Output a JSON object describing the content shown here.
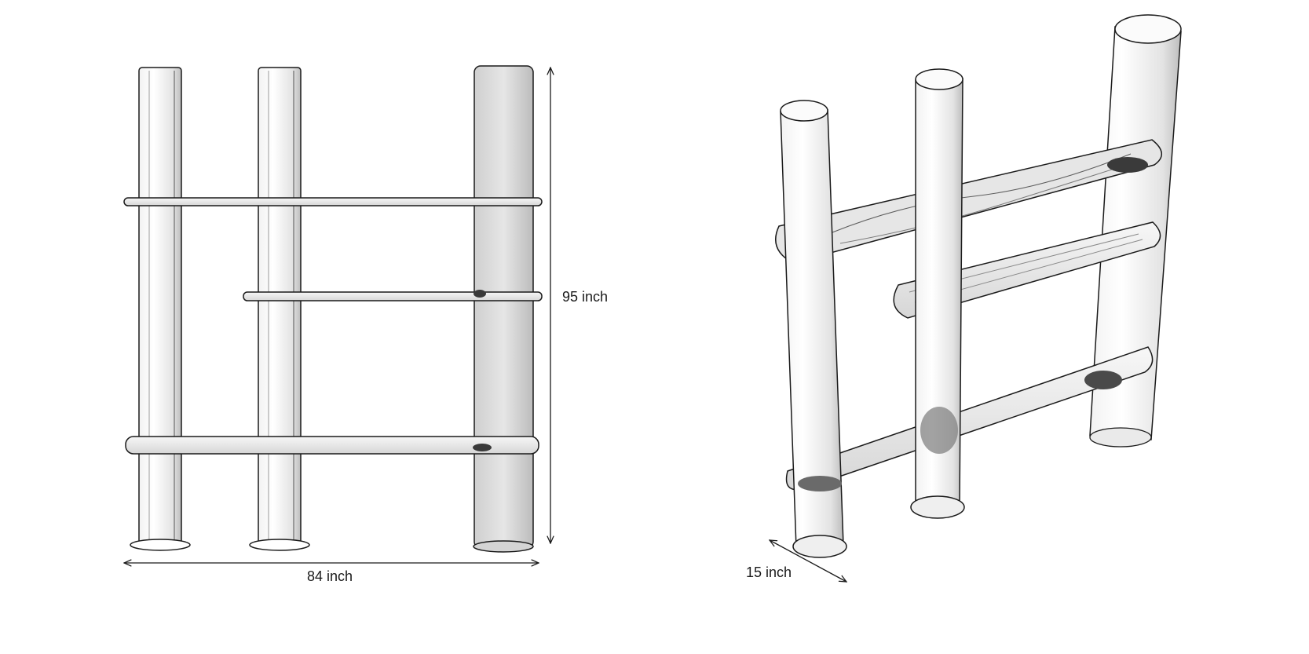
{
  "figure": {
    "front_view": {
      "width_label": "84 inch",
      "height_label": "95 inch"
    },
    "perspective_view": {
      "depth_label": "15 inch"
    }
  },
  "colors": {
    "line": "#1a1a1a",
    "shade": "#d9d9d9",
    "dark_shade": "#6e6e6e",
    "background": "#ffffff"
  }
}
